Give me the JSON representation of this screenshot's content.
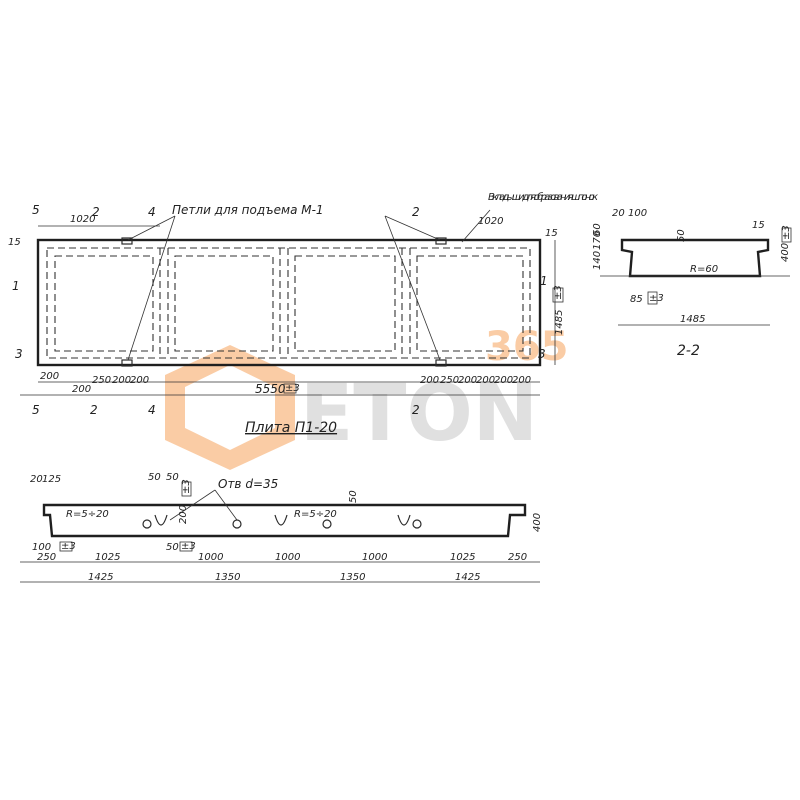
{
  "plan": {
    "callouts": {
      "lifting_loops": "Петли для подъема М-1",
      "inserts": "Вкладыши для образования шпонок"
    },
    "top_dims": [
      "1020",
      "1020"
    ],
    "top_offset": "15",
    "right_offset": "15",
    "overall_length": "5550",
    "overall_width": "1485",
    "bottom_left_dims": [
      "200",
      "200",
      "250",
      "200",
      "200"
    ],
    "bottom_right_dims": [
      "200",
      "250",
      "200",
      "200",
      "200",
      "200"
    ],
    "section_marks": {
      "s5": "5",
      "s2": "2",
      "s4": "4",
      "s1": "1",
      "s3": "3"
    },
    "stamp": "±3",
    "caption": "Плита П1-20"
  },
  "section_2_2": {
    "title": "2-2",
    "radius": "R=60",
    "width": "1485",
    "height": "400",
    "left_dims": [
      "140",
      "170",
      "60",
      "15",
      "15"
    ],
    "top_dims": [
      "20",
      "100"
    ],
    "side_dims": [
      "50",
      "15",
      "85"
    ],
    "stamp": "±3"
  },
  "longitudinal": {
    "hole_label": "Отв d=35",
    "top_left_dims": [
      "20",
      "125"
    ],
    "top_mid_dims": [
      "50",
      "50"
    ],
    "rib_height": "200",
    "rib_50": "50",
    "radius_left": "R=5÷20",
    "radius_mid": "R=5÷20",
    "height": "400",
    "edge_dim": "100",
    "mid_dim": "50",
    "hole_spacing": [
      "250",
      "1025",
      "1000",
      "1000",
      "1000",
      "1025",
      "250"
    ],
    "panel_spacing": [
      "1425",
      "1350",
      "1350",
      "1425"
    ],
    "stamp": "±3"
  },
  "watermark": {
    "number": "365",
    "word": "ETON",
    "color": "#f7a35c",
    "grey": "#c8c8c8"
  }
}
